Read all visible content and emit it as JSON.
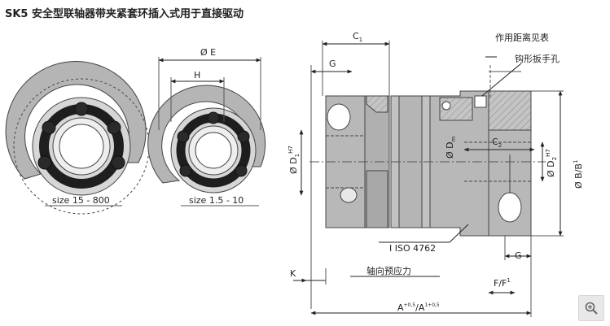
{
  "title": "SK5 安全型联轴器带夹紧套环插入式用于直接驱动",
  "labels": {
    "size_left": "size 15 - 800",
    "size_right": "size 1.5 - 10",
    "phi_e": "Ø E",
    "h": "H",
    "c1": "C",
    "c1_sub": "1",
    "c2": "C",
    "c2_sub": "2",
    "g_top": "G",
    "g_bottom": "G",
    "k": "K",
    "d1": "Ø D",
    "d1_sub": "1",
    "d1_sup": "H7",
    "d2": "Ø D",
    "d2_sub": "2",
    "d2_sup": "H7",
    "dm": "Ø D",
    "dm_sub": "m",
    "b": "Ø B/B",
    "b_sup": "1",
    "a": "A",
    "a_sup": "+0,5",
    "a_sep": "/A",
    "a1_sup": "1+0,5",
    "ff": "F/F",
    "ff_sup": "1",
    "iso": "I ISO 4762",
    "distance_gauge": "作用距离见表",
    "hook_wrench": "钩形扳手孔",
    "axial_preload": "轴向预应力"
  },
  "zoom_icon": "zoom-in-icon",
  "colors": {
    "body": "#b8b8b8",
    "dark": "#4a4a4a",
    "hatch": "#9a9a9a"
  }
}
